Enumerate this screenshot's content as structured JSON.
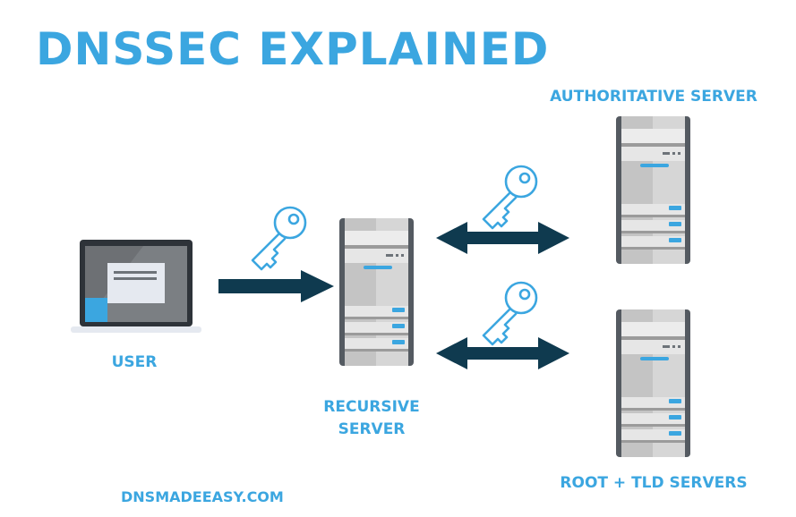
{
  "title": "DNSSEC EXPLAINED",
  "labels": {
    "user": "USER",
    "recursive_line1": "RECURSIVE",
    "recursive_line2": "SERVER",
    "authoritative": "AUTHORITATIVE SERVER",
    "root_tld": "ROOT + TLD SERVERS"
  },
  "footer": "DNSMADEEASY.COM",
  "colors": {
    "accent": "#3ba6e0",
    "arrow": "#0f3a4f",
    "server_body": "#bfbfbf",
    "server_frame": "#545a61"
  },
  "icons": [
    "laptop-icon",
    "server-icon",
    "key-icon",
    "arrow-right-icon",
    "arrow-bidirectional-icon"
  ]
}
